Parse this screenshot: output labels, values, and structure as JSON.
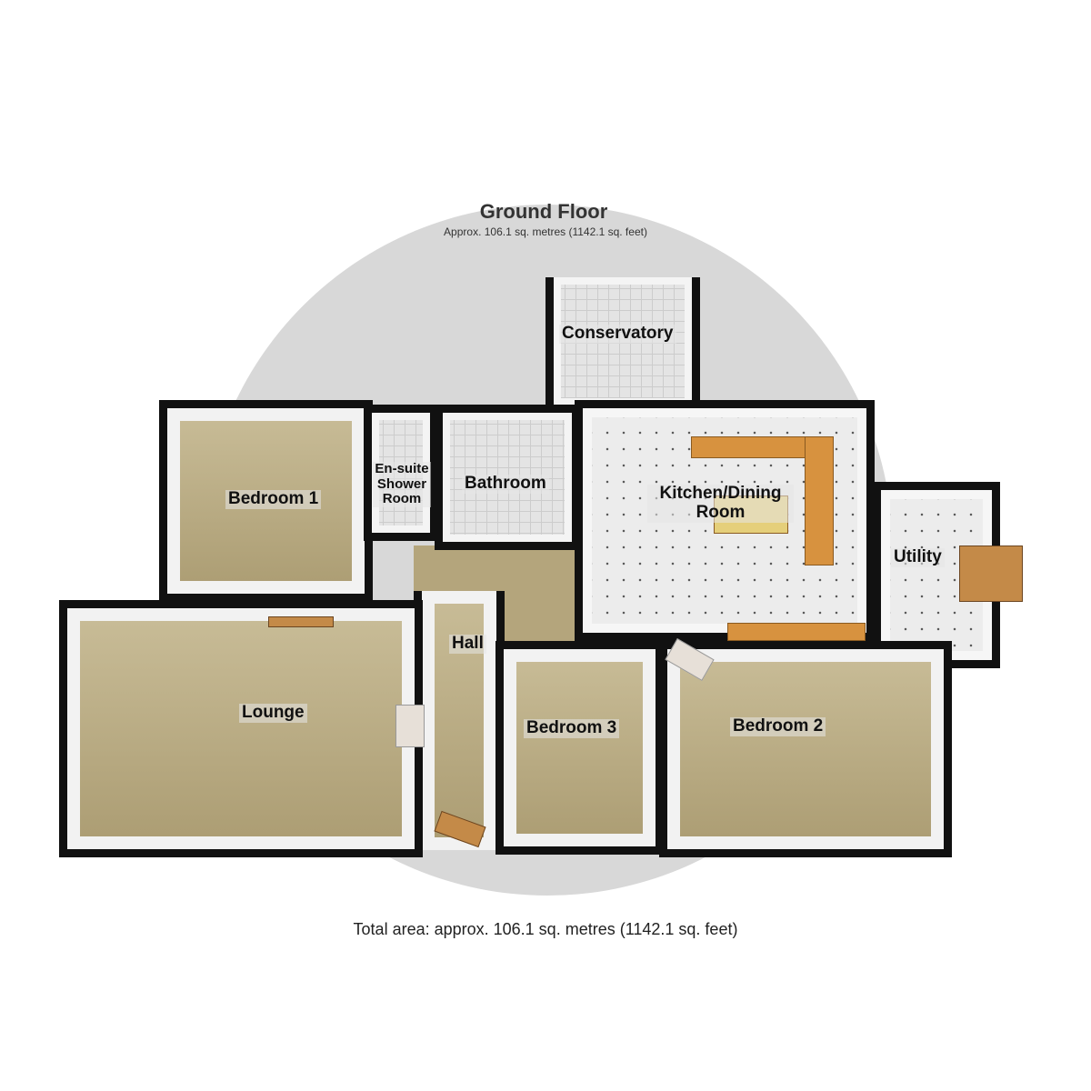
{
  "header": {
    "title": "Ground Floor",
    "subtitle": "Approx. 106.1 sq. metres (1142.1 sq. feet)"
  },
  "rooms": [
    {
      "name": "Conservatory"
    },
    {
      "name": "En-suite Shower Room"
    },
    {
      "name": "Bathroom"
    },
    {
      "name": "Kitchen/Dining Room"
    },
    {
      "name": "Bedroom 1"
    },
    {
      "name": "Utility"
    },
    {
      "name": "Hall"
    },
    {
      "name": "Lounge"
    },
    {
      "name": "Bedroom 3"
    },
    {
      "name": "Bedroom 2"
    }
  ],
  "footer": {
    "total": "Total area: approx. 106.1 sq. metres (1142.1 sq. feet)"
  }
}
